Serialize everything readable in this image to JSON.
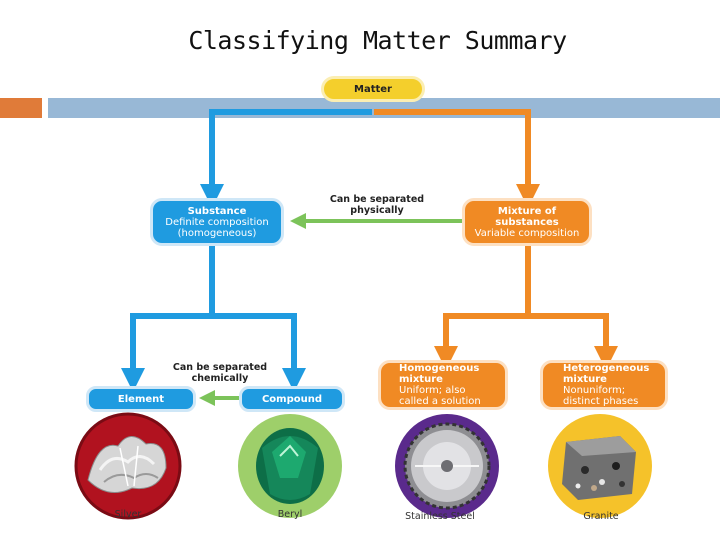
{
  "title": "Classifying Matter Summary",
  "colors": {
    "substance_blue": "#1f9be0",
    "mixture_orange": "#f08a24",
    "matter_yellow": "#f4cf2c",
    "separation_green": "#7cc35a"
  },
  "nodes": {
    "matter": {
      "label": "Matter"
    },
    "substance": {
      "title": "Substance",
      "lines": [
        "Definite composition",
        "(homogeneous)"
      ]
    },
    "mixture": {
      "title": "Mixture of substances",
      "lines": [
        "Variable composition"
      ]
    },
    "element": {
      "title": "Element"
    },
    "compound": {
      "title": "Compound"
    },
    "homogeneous": {
      "title": "Homogeneous mixture",
      "lines": [
        "Uniform; also",
        "called a solution"
      ]
    },
    "heterogeneous": {
      "title": "Heterogeneous mixture",
      "lines": [
        "Nonuniform;",
        "distinct phases"
      ]
    }
  },
  "notes": {
    "physical": "Can be separated physically",
    "chemical": "Can be separated chemically"
  },
  "examples": [
    {
      "caption": "Silver",
      "icon": "silver-sample-photo"
    },
    {
      "caption": "Beryl",
      "icon": "beryl-gem-photo"
    },
    {
      "caption": "Stainless Steel",
      "icon": "saw-blade-photo"
    },
    {
      "caption": "Granite",
      "icon": "granite-rock-photo"
    }
  ]
}
